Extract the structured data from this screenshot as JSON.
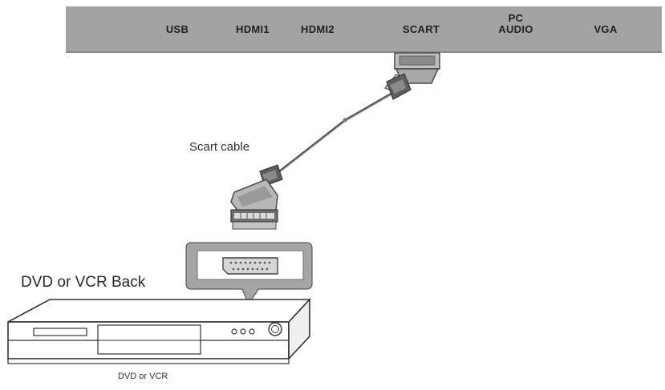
{
  "tv_panel": {
    "ports": [
      {
        "id": "usb",
        "line1": "",
        "line2": "USB"
      },
      {
        "id": "hdmi1",
        "line1": "",
        "line2": "HDMI1"
      },
      {
        "id": "hdmi2",
        "line1": "",
        "line2": "HDMI2"
      },
      {
        "id": "scart",
        "line1": "",
        "line2": "SCART"
      },
      {
        "id": "pc-audio",
        "line1": "PC",
        "line2": "AUDIO"
      },
      {
        "id": "vga",
        "line1": "",
        "line2": "VGA"
      }
    ]
  },
  "labels": {
    "cable": "Scart cable",
    "device_back": "DVD or VCR Back",
    "device_caption": "DVD or VCR"
  },
  "colors": {
    "panel": "#a3a3a3",
    "connector_dark": "#6f6f6f",
    "connector_light": "#bdbdbd",
    "outline": "#4a4a4a"
  }
}
